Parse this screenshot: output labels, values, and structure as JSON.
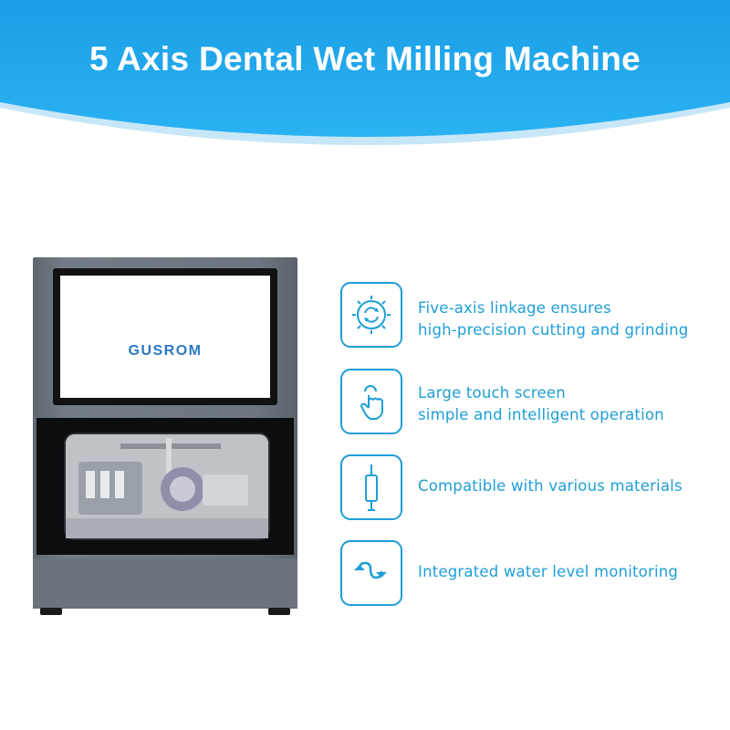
{
  "header": {
    "title": "5 Axis Dental Wet Milling Machine",
    "banner_color": "#1a9fe6"
  },
  "machine": {
    "screen_logo": "GUSROM",
    "logo_color": "#2a79c3"
  },
  "features": [
    {
      "icon": "gear-rotate-icon",
      "line1": "Five-axis linkage ensures",
      "line2": "high-precision cutting and grinding"
    },
    {
      "icon": "touch-hand-icon",
      "line1": "Large touch screen",
      "line2": "simple and intelligent operation"
    },
    {
      "icon": "material-rod-icon",
      "line1": "Compatible with various materials",
      "line2": ""
    },
    {
      "icon": "water-wave-icon",
      "line1": "Integrated water level monitoring",
      "line2": ""
    }
  ],
  "accent_color": "#1e9ed6"
}
